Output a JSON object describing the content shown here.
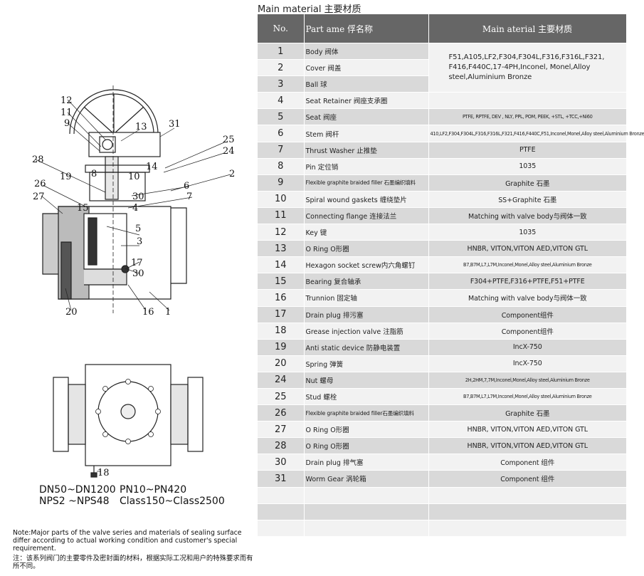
{
  "section_title": "Main material 主要材质",
  "table": {
    "headers": {
      "no": "No.",
      "part": "Part   ame   俘名称",
      "material": "Main   aterial 主要材质"
    },
    "rows": [
      {
        "no": "1",
        "part": "Body 阀体",
        "material": ""
      },
      {
        "no": "2",
        "part": "Cover 阀盖",
        "material": ""
      },
      {
        "no": "3",
        "part": "Ball 球",
        "material": ""
      },
      {
        "no": "4",
        "part": "Seat Retainer 阀座支承圈",
        "material": ""
      },
      {
        "no": "5",
        "part": "Seat 阀座",
        "material": "PTFE, RPTFE, DEV , NLY, PPL, POM, PEEK, +STL, +TCC,+Ni60"
      },
      {
        "no": "6",
        "part": "Stem 阀杆",
        "material": "410,LF2,F304,F304L,F316,F316L,F321,F416,F440C,F51,Inconel,Monel,Alloy steel,Aluminium Bronze"
      },
      {
        "no": "7",
        "part": "Thrust Washer 止推垫",
        "material": "PTFE"
      },
      {
        "no": "8",
        "part": "Pin 定位销",
        "material": "1035"
      },
      {
        "no": "9",
        "part": "Flexible graphite braided filler 石墨编织填料",
        "material": "Graphite 石墨"
      },
      {
        "no": "10",
        "part": "Spiral wound gaskets 缠绕垫片",
        "material": "SS+Graphite 石墨"
      },
      {
        "no": "11",
        "part": "Connecting flange 连接法兰",
        "material": "Matching with valve body与阀体一致"
      },
      {
        "no": "12",
        "part": "Key 键",
        "material": "1035"
      },
      {
        "no": "13",
        "part": "O Ring O形圈",
        "material": "HNBR, VITON,VITON AED,VITON GTL"
      },
      {
        "no": "14",
        "part": "Hexagon socket screw内六角螺钉",
        "material": "B7,B7M,L7,L7M,Inconel,Monel,Alloy steel,Aluminium Bronze"
      },
      {
        "no": "15",
        "part": "Bearing 复合轴承",
        "material": "F304+PTFE,F316+PTFE,F51+PTFE"
      },
      {
        "no": "16",
        "part": "Trunnion 固定轴",
        "material": "Matching with valve body与阀体一致"
      },
      {
        "no": "17",
        "part": "Drain plug 排污塞",
        "material": "Component组件"
      },
      {
        "no": "18",
        "part": "Grease injection valve 注脂筋",
        "material": "Component组件"
      },
      {
        "no": "19",
        "part": "Anti static device 防静电装置",
        "material": "IncX-750"
      },
      {
        "no": "20",
        "part": "Spring 弹簧",
        "material": "IncX-750"
      },
      {
        "no": "24",
        "part": "Nut 螺母",
        "material": "2H,2HM,7,7M,Inconel,Monel,Alloy steel,Aluminium Bronze"
      },
      {
        "no": "25",
        "part": "Stud 螺栓",
        "material": "B7,B7M,L7,L7M,Inconel,Monel,Alloy steel,Aluminium Bronze"
      },
      {
        "no": "26",
        "part": "Flexible graphite braided filler石墨编织填料",
        "material": "Graphite 石墨"
      },
      {
        "no": "27",
        "part": "O Ring O形圈",
        "material": "HNBR, VITON,VITON AED,VITON GTL"
      },
      {
        "no": "28",
        "part": "O Ring O形圈",
        "material": "HNBR, VITON,VITON AED,VITON GTL"
      },
      {
        "no": "30",
        "part": "Drain plug 排气塞",
        "material": "Component 组件"
      },
      {
        "no": "31",
        "part": "Worm Gear 涡轮箱",
        "material": "Component 组件"
      },
      {
        "no": "",
        "part": "",
        "material": ""
      },
      {
        "no": "",
        "part": "",
        "material": ""
      },
      {
        "no": "",
        "part": "",
        "material": ""
      }
    ],
    "merged_material_1_3": "F51,A105,LF2,F304,F304L,F316,F316L,F321, F416,F440C,17-4PH,Inconel, Monel,Alloy steel,Aluminium Bronze"
  },
  "drawing_labels": [
    "12",
    "11",
    "9",
    "13",
    "31",
    "25",
    "24",
    "28",
    "19",
    "8",
    "10",
    "14",
    "2",
    "6",
    "26",
    "27",
    "30",
    "7",
    "15",
    "4",
    "5",
    "3",
    "17",
    "30",
    "20",
    "16",
    "1",
    "18"
  ],
  "specs": {
    "dn": "DN50~DN1200",
    "nps": "NPS2 ~NPS48",
    "pn": "PN10~PN420",
    "class": "Class150~Class2500"
  },
  "note_en": "Note:Major parts of the valve series and materials of sealing surface differ according to actual working condition and customer's special requirement.",
  "note_cn": "注：该系列阀门的主要零件及密封面的材料，根据实际工况和用户的特殊要求而有所不同。",
  "colors": {
    "header_bg": "#666666",
    "row_dark": "#d9d9d9",
    "row_light": "#f2f2f2"
  }
}
